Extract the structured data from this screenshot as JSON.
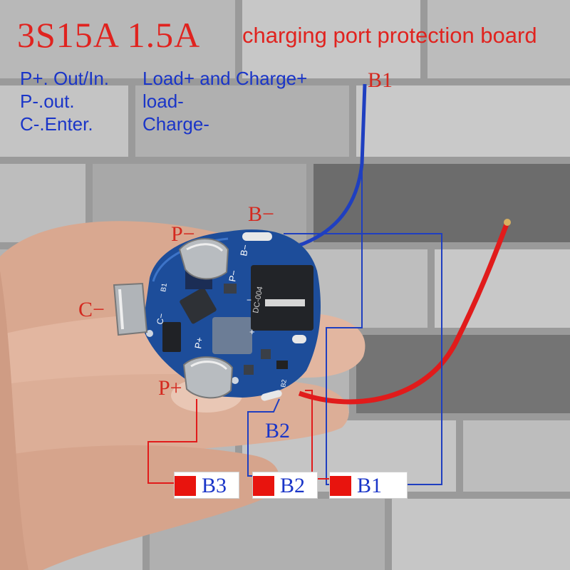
{
  "title": {
    "model": "3S15A 1.5A",
    "subtitle": "charging port protection board"
  },
  "legend": [
    {
      "pin": "P+. Out/In.",
      "meaning": "Load+ and Charge+"
    },
    {
      "pin": "P-.out.",
      "meaning": "load-"
    },
    {
      "pin": "C-.Enter.",
      "meaning": "Charge-"
    }
  ],
  "labels": {
    "b1_wire": "B1",
    "b_minus": "B−",
    "p_minus": "P−",
    "c_minus": "C−",
    "p_plus": "P+",
    "b2_wire": "B2"
  },
  "cells": [
    {
      "label": "B3"
    },
    {
      "label": "B2"
    },
    {
      "label": "B1"
    }
  ],
  "board_silkscreen": {
    "b_minus": "B−",
    "p_minus": "P−",
    "b1": "B1",
    "c_minus": "C−",
    "p_plus": "P+",
    "b2": "B2",
    "connector": "DC-004",
    "conn_plus": "+",
    "conn_minus": "−"
  },
  "colors": {
    "brick_light": "#bdbdbd",
    "brick_dark": "#6f6f6f",
    "mortar": "#9a9a9a",
    "skin": "#dfb29a",
    "pcb": "#1d4d9a",
    "wire_blue": "#1f3fc0",
    "wire_red": "#e11b1b",
    "label_red": "#e0231f",
    "label_blue": "#1a35c8"
  }
}
